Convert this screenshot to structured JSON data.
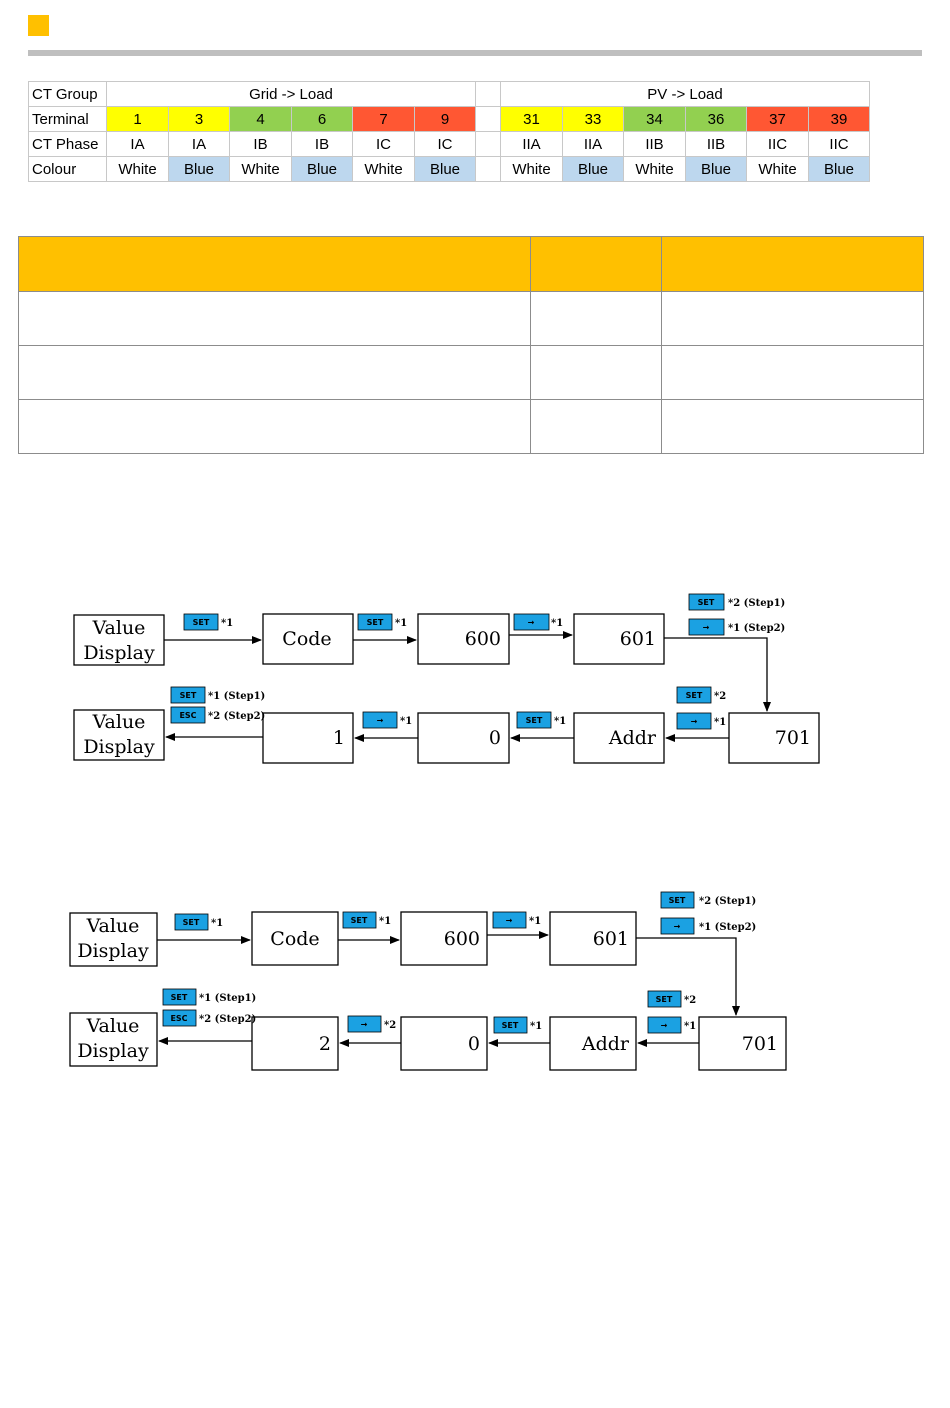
{
  "colors": {
    "accent": "#ffc000",
    "rule": "#bfbfbf",
    "key_blue": "#1ba1e2",
    "yellow": "#ffff00",
    "green": "#92d050",
    "red": "#ff5733",
    "light_blue": "#bdd7ee"
  },
  "ct_table": {
    "row_labels": [
      "CT Group",
      "Terminal",
      "CT Phase",
      "Colour"
    ],
    "groups": [
      "Grid -> Load",
      "PV -> Load"
    ],
    "terminals": [
      "1",
      "3",
      "4",
      "6",
      "7",
      "9",
      "31",
      "33",
      "34",
      "36",
      "37",
      "39"
    ],
    "phases": [
      "IA",
      "IA",
      "IB",
      "IB",
      "IC",
      "IC",
      "IIA",
      "IIA",
      "IIB",
      "IIB",
      "IIC",
      "IIC"
    ],
    "colours": [
      "White",
      "Blue",
      "White",
      "Blue",
      "White",
      "Blue",
      "White",
      "Blue",
      "White",
      "Blue",
      "White",
      "Blue"
    ]
  },
  "diagram1": {
    "boxes": [
      "Value\nDisplay",
      "Code",
      "600",
      "601",
      "701",
      "Addr",
      "0",
      "1",
      "Value\nDisplay"
    ],
    "keys": [
      "SET",
      "SET",
      "→",
      "SET",
      "→",
      "SET",
      "→",
      "SET",
      "→",
      "SET",
      "ESC"
    ],
    "notes": [
      "*1",
      "*1",
      "*1",
      "*2 (Step1)",
      "*1 (Step2)",
      "*2",
      "*1",
      "*1",
      "*1",
      "*1 (Step1)",
      "*2 (Step2)"
    ]
  },
  "diagram2": {
    "boxes": [
      "Value\nDisplay",
      "Code",
      "600",
      "601",
      "701",
      "Addr",
      "0",
      "2",
      "Value\nDisplay"
    ],
    "keys": [
      "SET",
      "SET",
      "→",
      "SET",
      "→",
      "SET",
      "→",
      "SET",
      "→",
      "SET",
      "ESC"
    ],
    "notes": [
      "*1",
      "*1",
      "*1",
      "*2 (Step1)",
      "*1 (Step2)",
      "*2",
      "*1",
      "*1",
      "*2",
      "*1 (Step1)",
      "*2 (Step2)"
    ]
  }
}
